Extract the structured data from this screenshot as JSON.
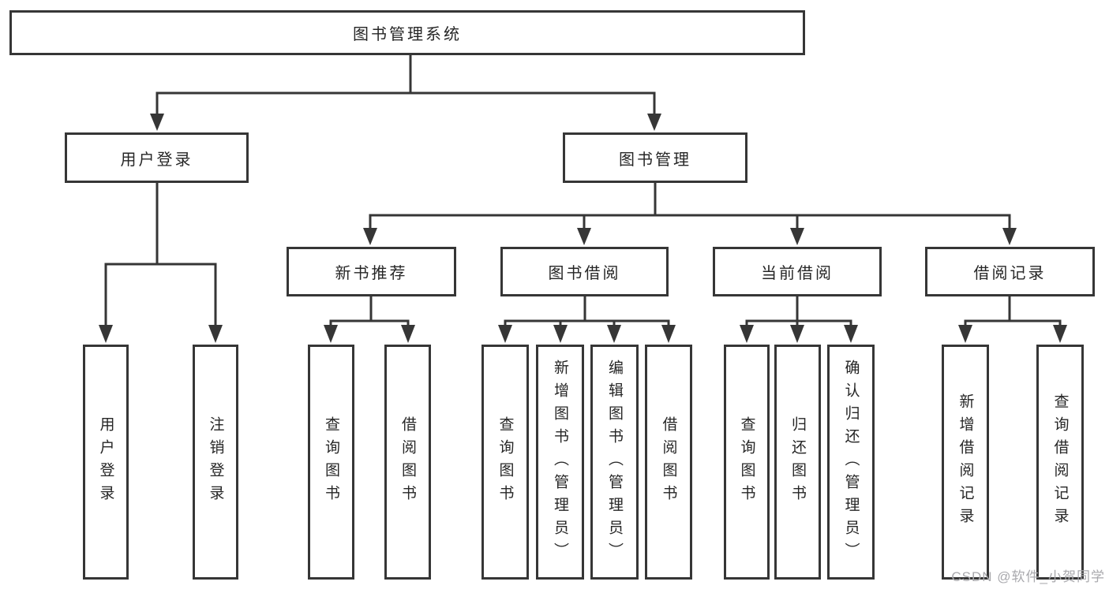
{
  "diagram": {
    "title": "图书管理系统",
    "watermark": "CSDN @软件_小贺同学",
    "colors": {
      "line": "#363636",
      "text": "#262626",
      "background": "#ffffff",
      "watermark": "#a9a9ad"
    },
    "tree": {
      "root": "图书管理系统",
      "branches": [
        {
          "label": "用户登录",
          "leaves": [
            "用户登录",
            "注销登录"
          ]
        },
        {
          "label": "图书管理",
          "groups": [
            {
              "label": "新书推荐",
              "leaves": [
                "查询图书",
                "借阅图书"
              ]
            },
            {
              "label": "图书借阅",
              "leaves": [
                "查询图书",
                "新增图书（管理员）",
                "编辑图书（管理员）",
                "借阅图书"
              ]
            },
            {
              "label": "当前借阅",
              "leaves": [
                "查询图书",
                "归还图书",
                "确认归还（管理员）"
              ]
            },
            {
              "label": "借阅记录",
              "leaves": [
                "新增借阅记录",
                "查询借阅记录"
              ]
            }
          ]
        }
      ]
    }
  }
}
